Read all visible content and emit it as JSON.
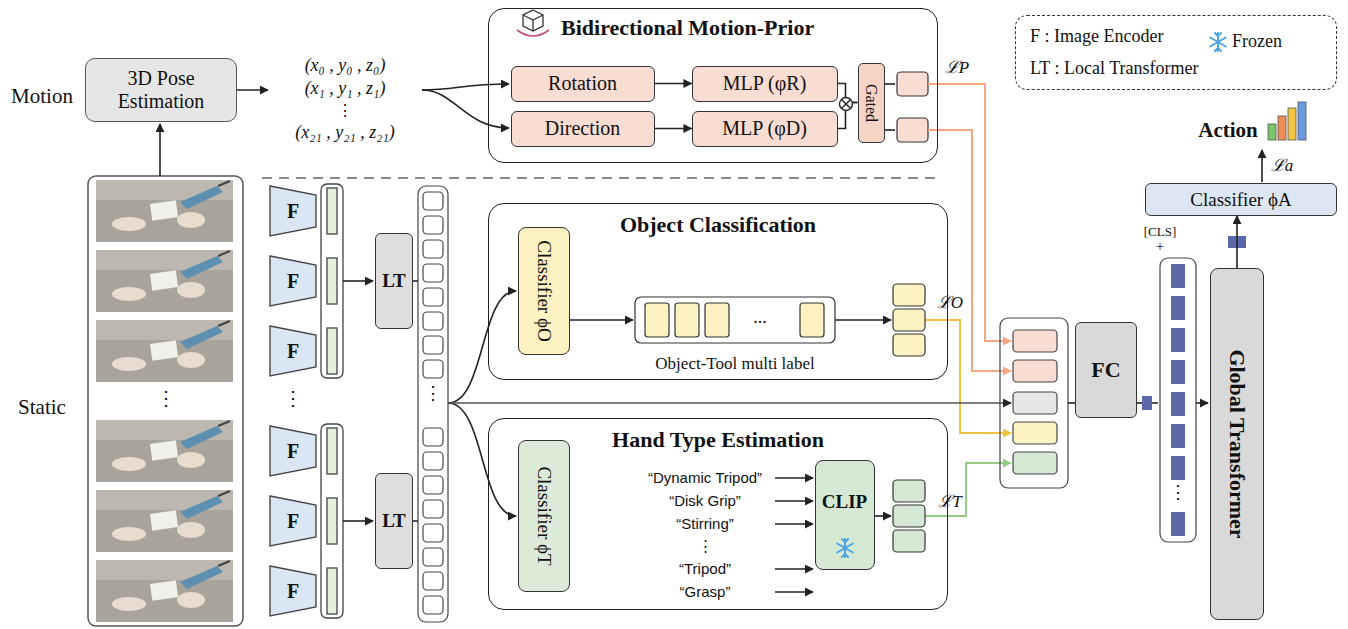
{
  "diagram": {
    "nodes": [
      {
        "text": [
          "3D Pose Estimation"
        ]
      },
      {
        "text": [
          "Bidirectional Motion-Prior"
        ]
      },
      {
        "text": [
          "Rotation"
        ],
        "in": 1
      },
      {
        "text": [
          "MLP (φR)"
        ],
        "in": 1
      },
      {
        "text": [
          "Direction"
        ],
        "in": 1
      },
      {
        "text": [
          "MLP (φD)"
        ],
        "in": 1
      },
      {
        "text": [
          "Gated"
        ],
        "in": 1
      },
      {
        "text": [
          "F : Image Encoder",
          "LT : Local Transformer"
        ]
      },
      {
        "text": [
          "Classifier ϕA"
        ]
      },
      {
        "text": [
          "F"
        ]
      },
      {
        "text": [
          "F"
        ]
      },
      {
        "text": [
          "F"
        ]
      },
      {
        "text": [
          "F"
        ]
      },
      {
        "text": [
          "F"
        ]
      },
      {
        "text": [
          "F"
        ]
      },
      {
        "text": [
          "LT"
        ]
      },
      {
        "text": [
          "LT"
        ]
      },
      {
        "text": [
          "Object Classification"
        ]
      },
      {
        "text": [
          "Classifier ϕO"
        ],
        "in": 17
      },
      {
        "text": [
          "Hand Type Estimation"
        ]
      },
      {
        "text": [
          "Classifier ϕT"
        ],
        "in": 19
      },
      {
        "text": [
          "CLIP"
        ],
        "in": 19
      },
      {
        "text": [
          "FC"
        ]
      },
      {
        "text": [
          "Global Transformer"
        ]
      }
    ],
    "edges": [
      {
        "from": 2,
        "to": 3,
        "arrow": "to"
      },
      {
        "from": 4,
        "to": 5,
        "arrow": "to"
      },
      {
        "from": 3,
        "to": 6,
        "arrow": "none"
      },
      {
        "from": 5,
        "to": 6,
        "arrow": "none"
      },
      {
        "from": 23,
        "to": 8,
        "arrow": "to"
      }
    ],
    "labels": [
      "Motion",
      "(x₀ , y₀ , z₀)",
      "(x₁ , y₁ , z₁)",
      "⋮",
      "(x₂₁ , y₂₁ , z₂₁)",
      "ℒP",
      "Action",
      "ℒa",
      "[CLS]",
      "+",
      "Static",
      "⋮",
      "⋮",
      "⋮",
      "...",
      "Object-Tool multi label",
      "ℒO",
      "“Dynamic Tripod”",
      "“Disk Grip”",
      "“Stirring”",
      "⋮",
      "“Tripod”",
      "“Grasp”",
      "ℒT",
      "⋮"
    ],
    "legend": [
      {
        "text": "Frozen"
      }
    ]
  }
}
